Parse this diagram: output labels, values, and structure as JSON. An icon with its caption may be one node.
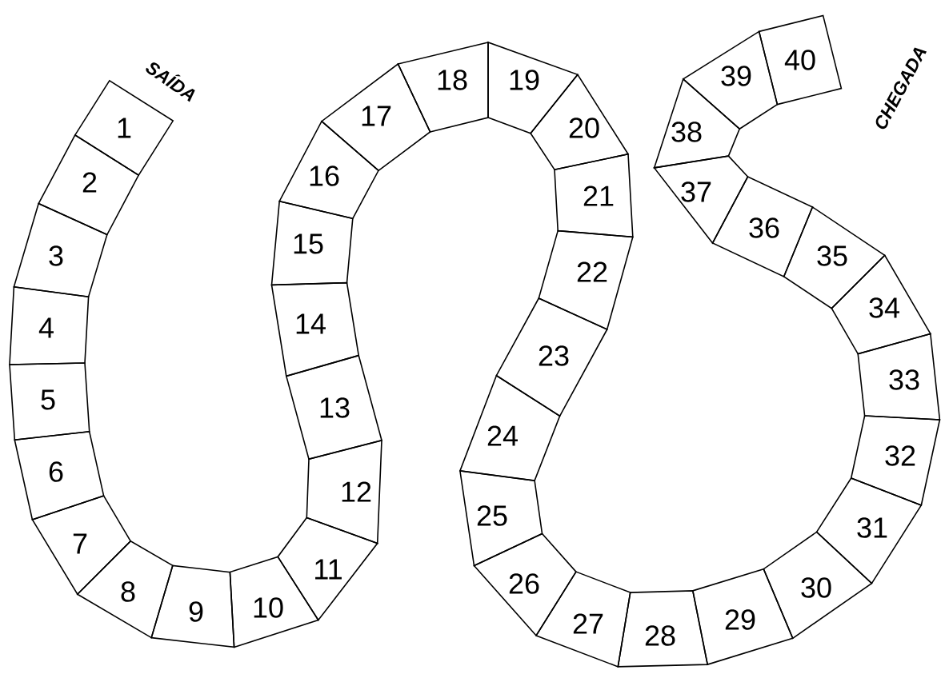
{
  "diagram": {
    "nodes": [
      {
        "text": [
          "1"
        ],
        "beside": [
          "SAÍDA"
        ]
      },
      {
        "text": [
          "2"
        ]
      },
      {
        "text": [
          "3"
        ]
      },
      {
        "text": [
          "4"
        ]
      },
      {
        "text": [
          "5"
        ]
      },
      {
        "text": [
          "6"
        ]
      },
      {
        "text": [
          "7"
        ]
      },
      {
        "text": [
          "8"
        ]
      },
      {
        "text": [
          "9"
        ]
      },
      {
        "text": [
          "10"
        ]
      },
      {
        "text": [
          "11"
        ]
      },
      {
        "text": [
          "12"
        ]
      },
      {
        "text": [
          "13"
        ]
      },
      {
        "text": [
          "14"
        ]
      },
      {
        "text": [
          "15"
        ]
      },
      {
        "text": [
          "16"
        ]
      },
      {
        "text": [
          "17"
        ]
      },
      {
        "text": [
          "18"
        ]
      },
      {
        "text": [
          "19"
        ]
      },
      {
        "text": [
          "20"
        ]
      },
      {
        "text": [
          "21"
        ]
      },
      {
        "text": [
          "22"
        ]
      },
      {
        "text": [
          "23"
        ]
      },
      {
        "text": [
          "24"
        ]
      },
      {
        "text": [
          "25"
        ]
      },
      {
        "text": [
          "26"
        ]
      },
      {
        "text": [
          "27"
        ]
      },
      {
        "text": [
          "28"
        ]
      },
      {
        "text": [
          "29"
        ]
      },
      {
        "text": [
          "30"
        ]
      },
      {
        "text": [
          "31"
        ]
      },
      {
        "text": [
          "32"
        ]
      },
      {
        "text": [
          "33"
        ]
      },
      {
        "text": [
          "34"
        ]
      },
      {
        "text": [
          "35"
        ]
      },
      {
        "text": [
          "36"
        ]
      },
      {
        "text": [
          "37"
        ]
      },
      {
        "text": [
          "38"
        ]
      },
      {
        "text": [
          "39"
        ]
      },
      {
        "text": [
          "40"
        ],
        "beside": [
          "CHEGADA"
        ]
      }
    ]
  }
}
